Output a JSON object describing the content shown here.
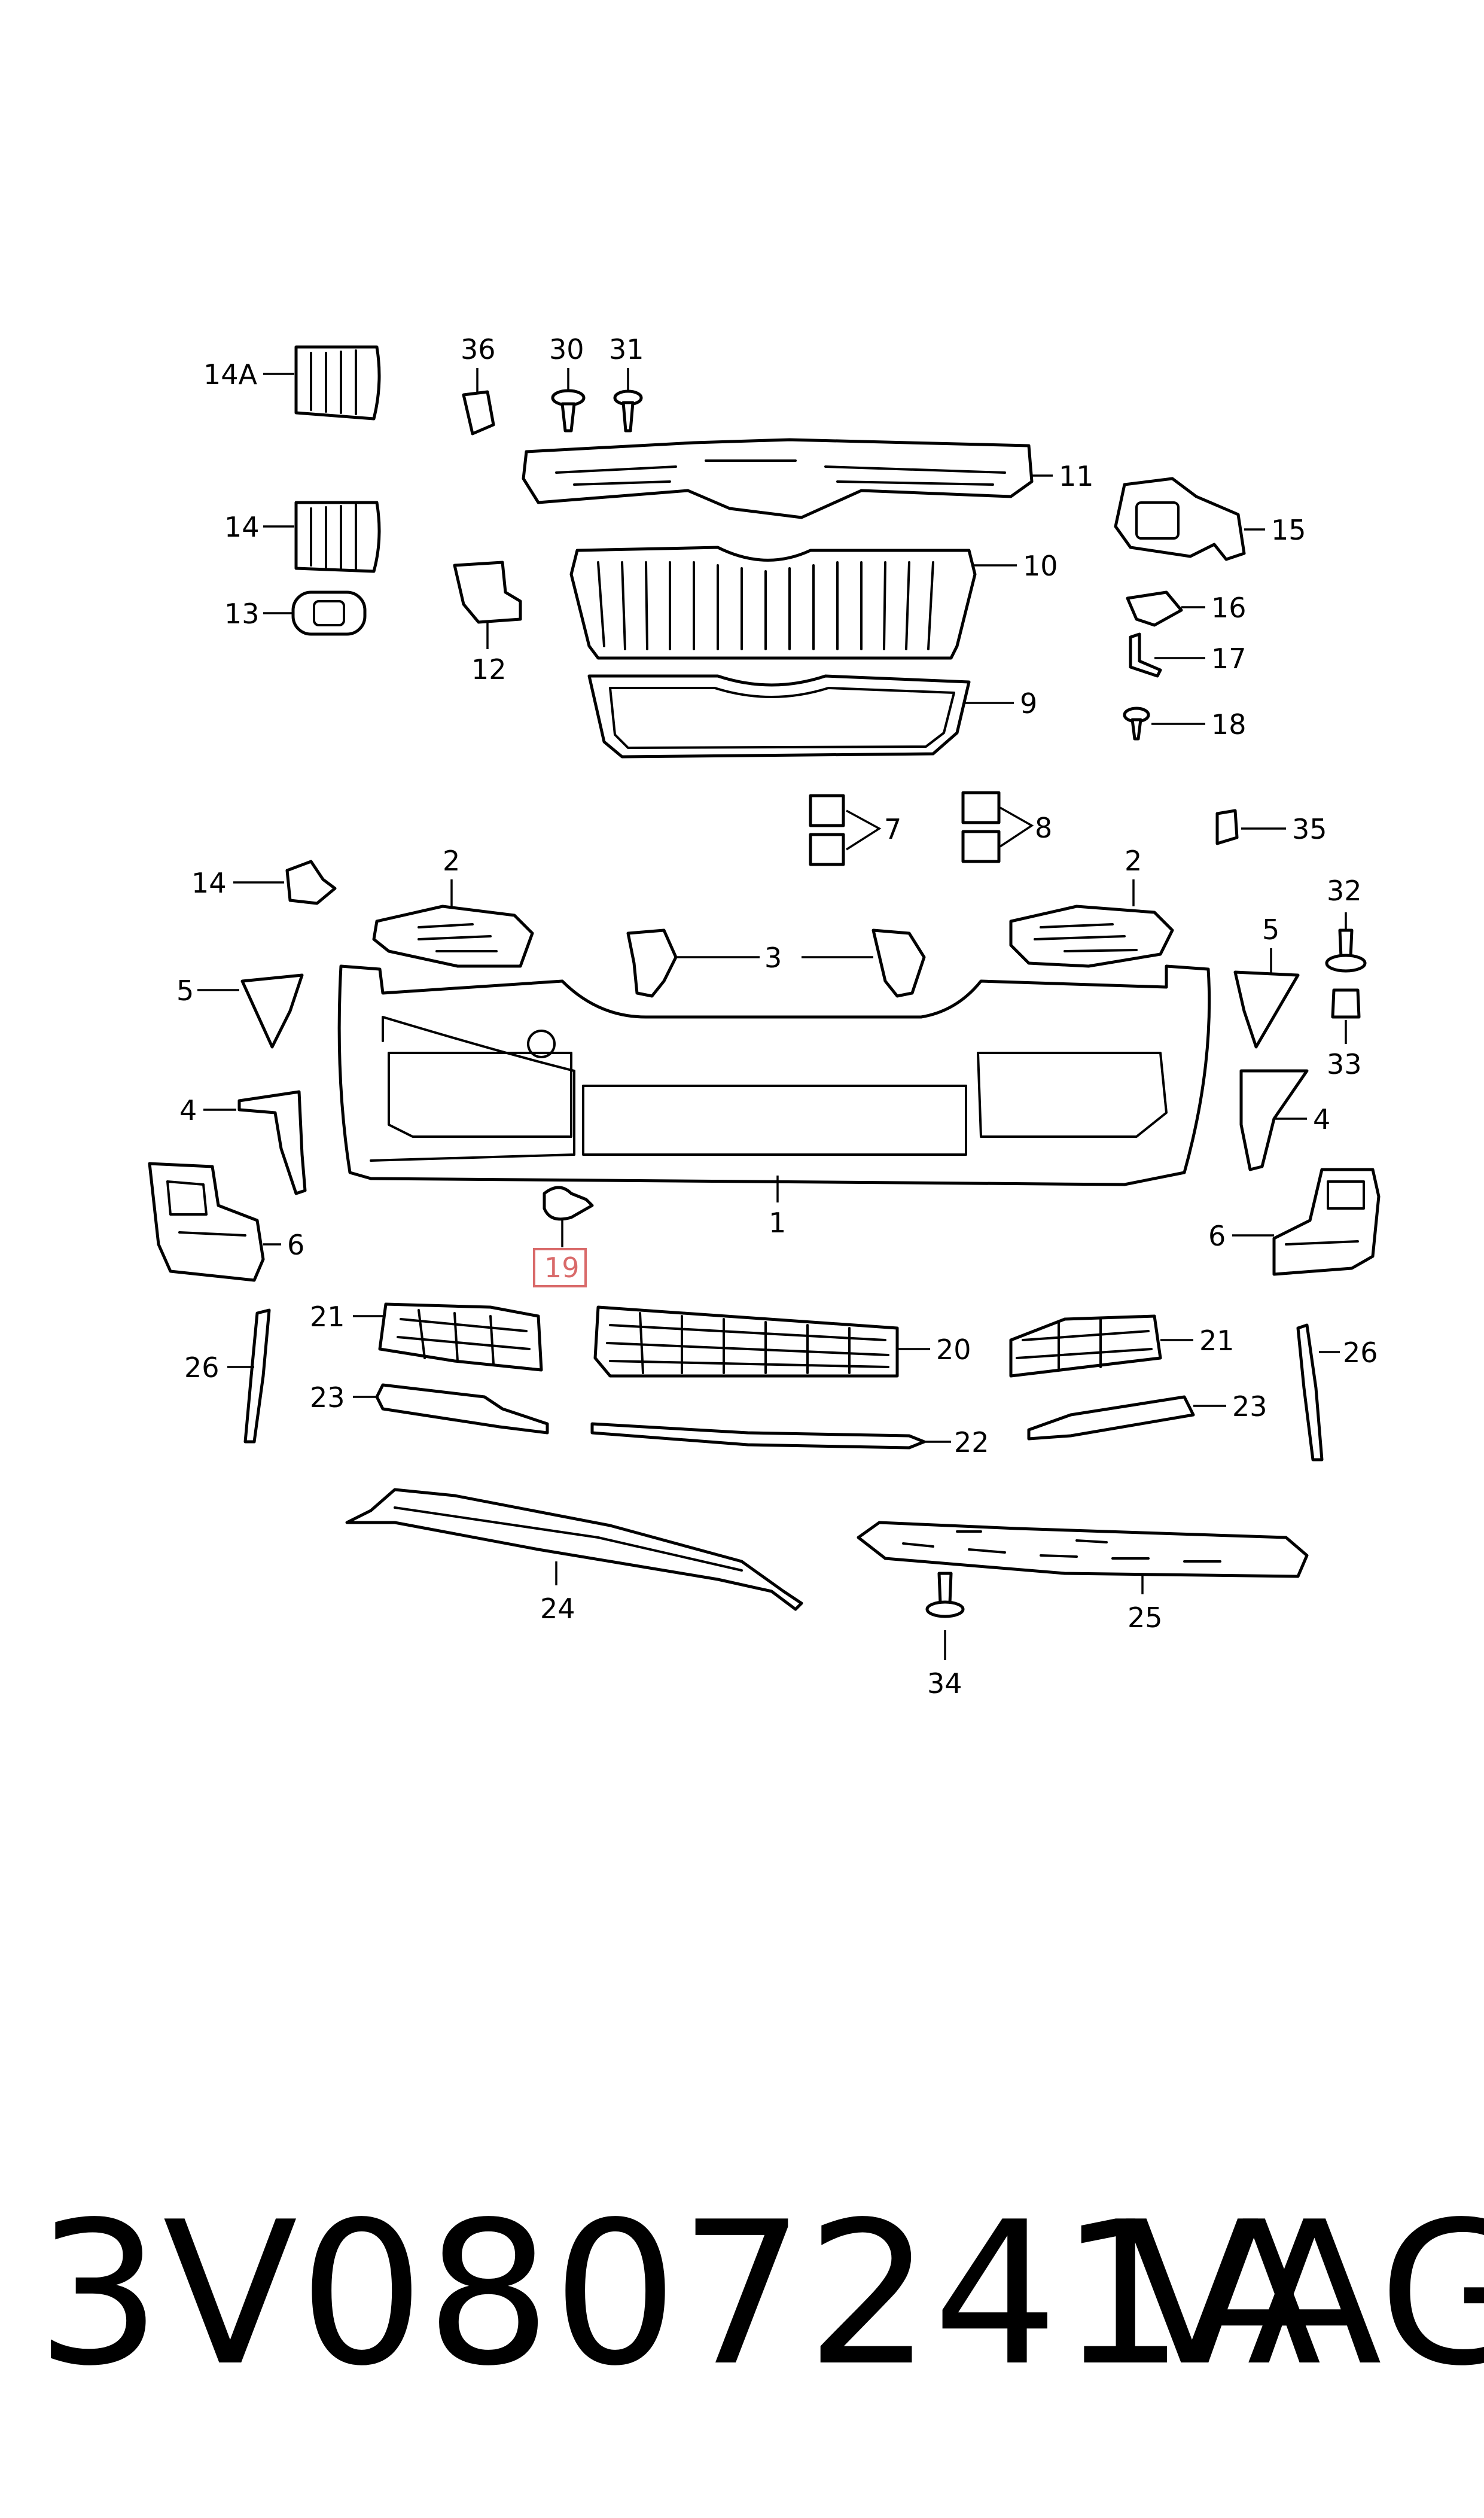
{
  "part_number": "3V0807241A",
  "brand": "VAG",
  "highlight_color": "#d96a6a",
  "callouts": {
    "c1": "1",
    "c2a": "2",
    "c2b": "2",
    "c3": "3",
    "c4a": "4",
    "c4b": "4",
    "c5a": "5",
    "c5b": "5",
    "c6a": "6",
    "c6b": "6",
    "c7": "7",
    "c8": "8",
    "c9": "9",
    "c10": "10",
    "c11": "11",
    "c12": "12",
    "c13": "13",
    "c14": "14",
    "c14b": "14",
    "c14A": "14A",
    "c15": "15",
    "c16": "16",
    "c17": "17",
    "c18": "18",
    "c19": "19",
    "c20": "20",
    "c21a": "21",
    "c21b": "21",
    "c22": "22",
    "c23a": "23",
    "c23b": "23",
    "c24": "24",
    "c25": "25",
    "c26a": "26",
    "c26b": "26",
    "c30": "30",
    "c31": "31",
    "c32": "32",
    "c33": "33",
    "c34": "34",
    "c35": "35",
    "c36": "36"
  }
}
